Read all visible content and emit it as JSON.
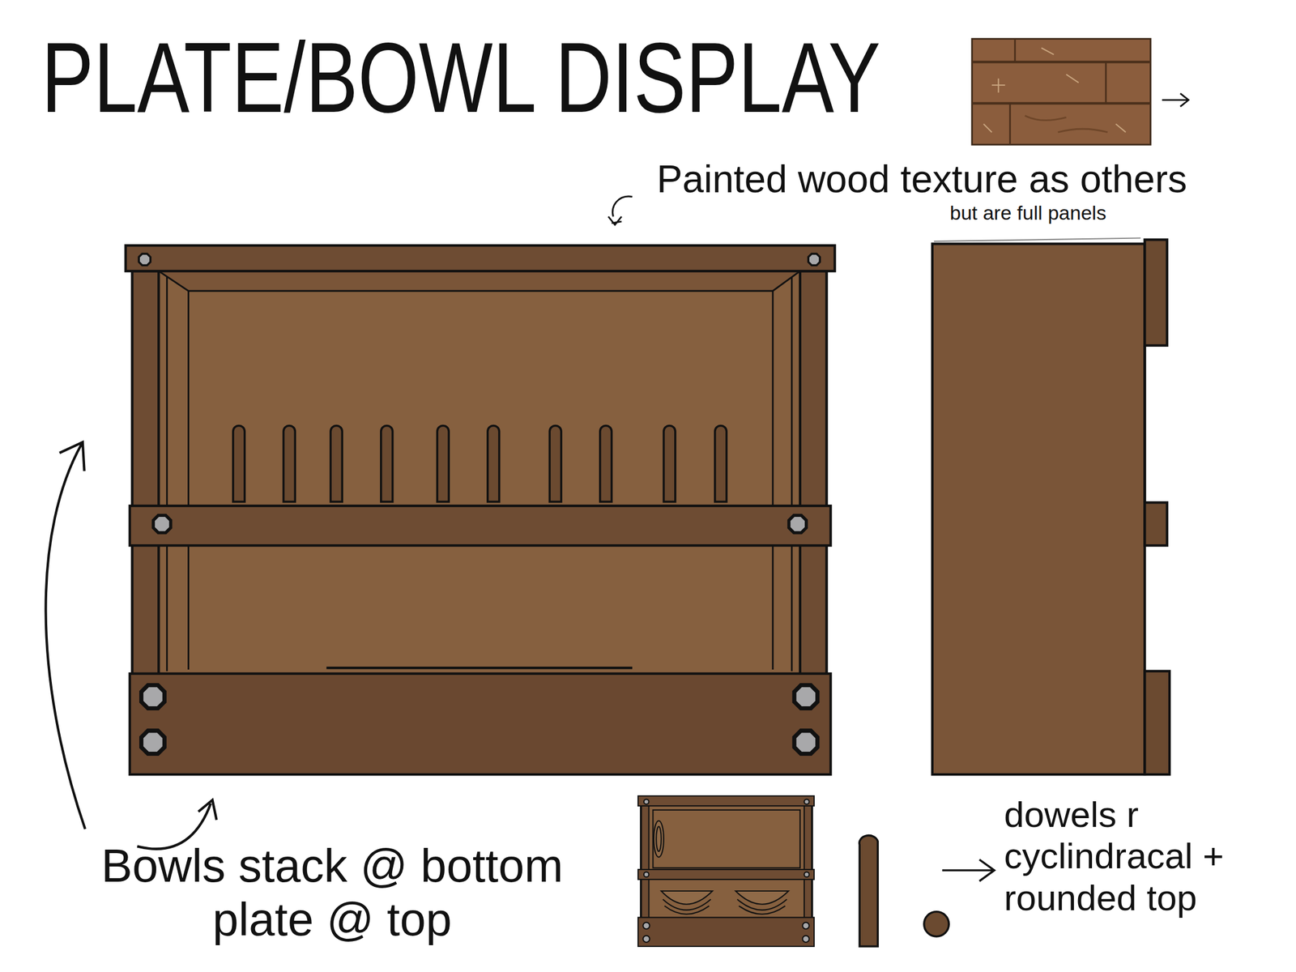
{
  "diagram": {
    "title": "PLATE/BOWL DISPLAY",
    "labels": [
      "Painted wood texture as others",
      "but are full panels",
      "Bowls stack @ bottom plate @ top",
      "dowels r cyclindracal + rounded top"
    ]
  }
}
